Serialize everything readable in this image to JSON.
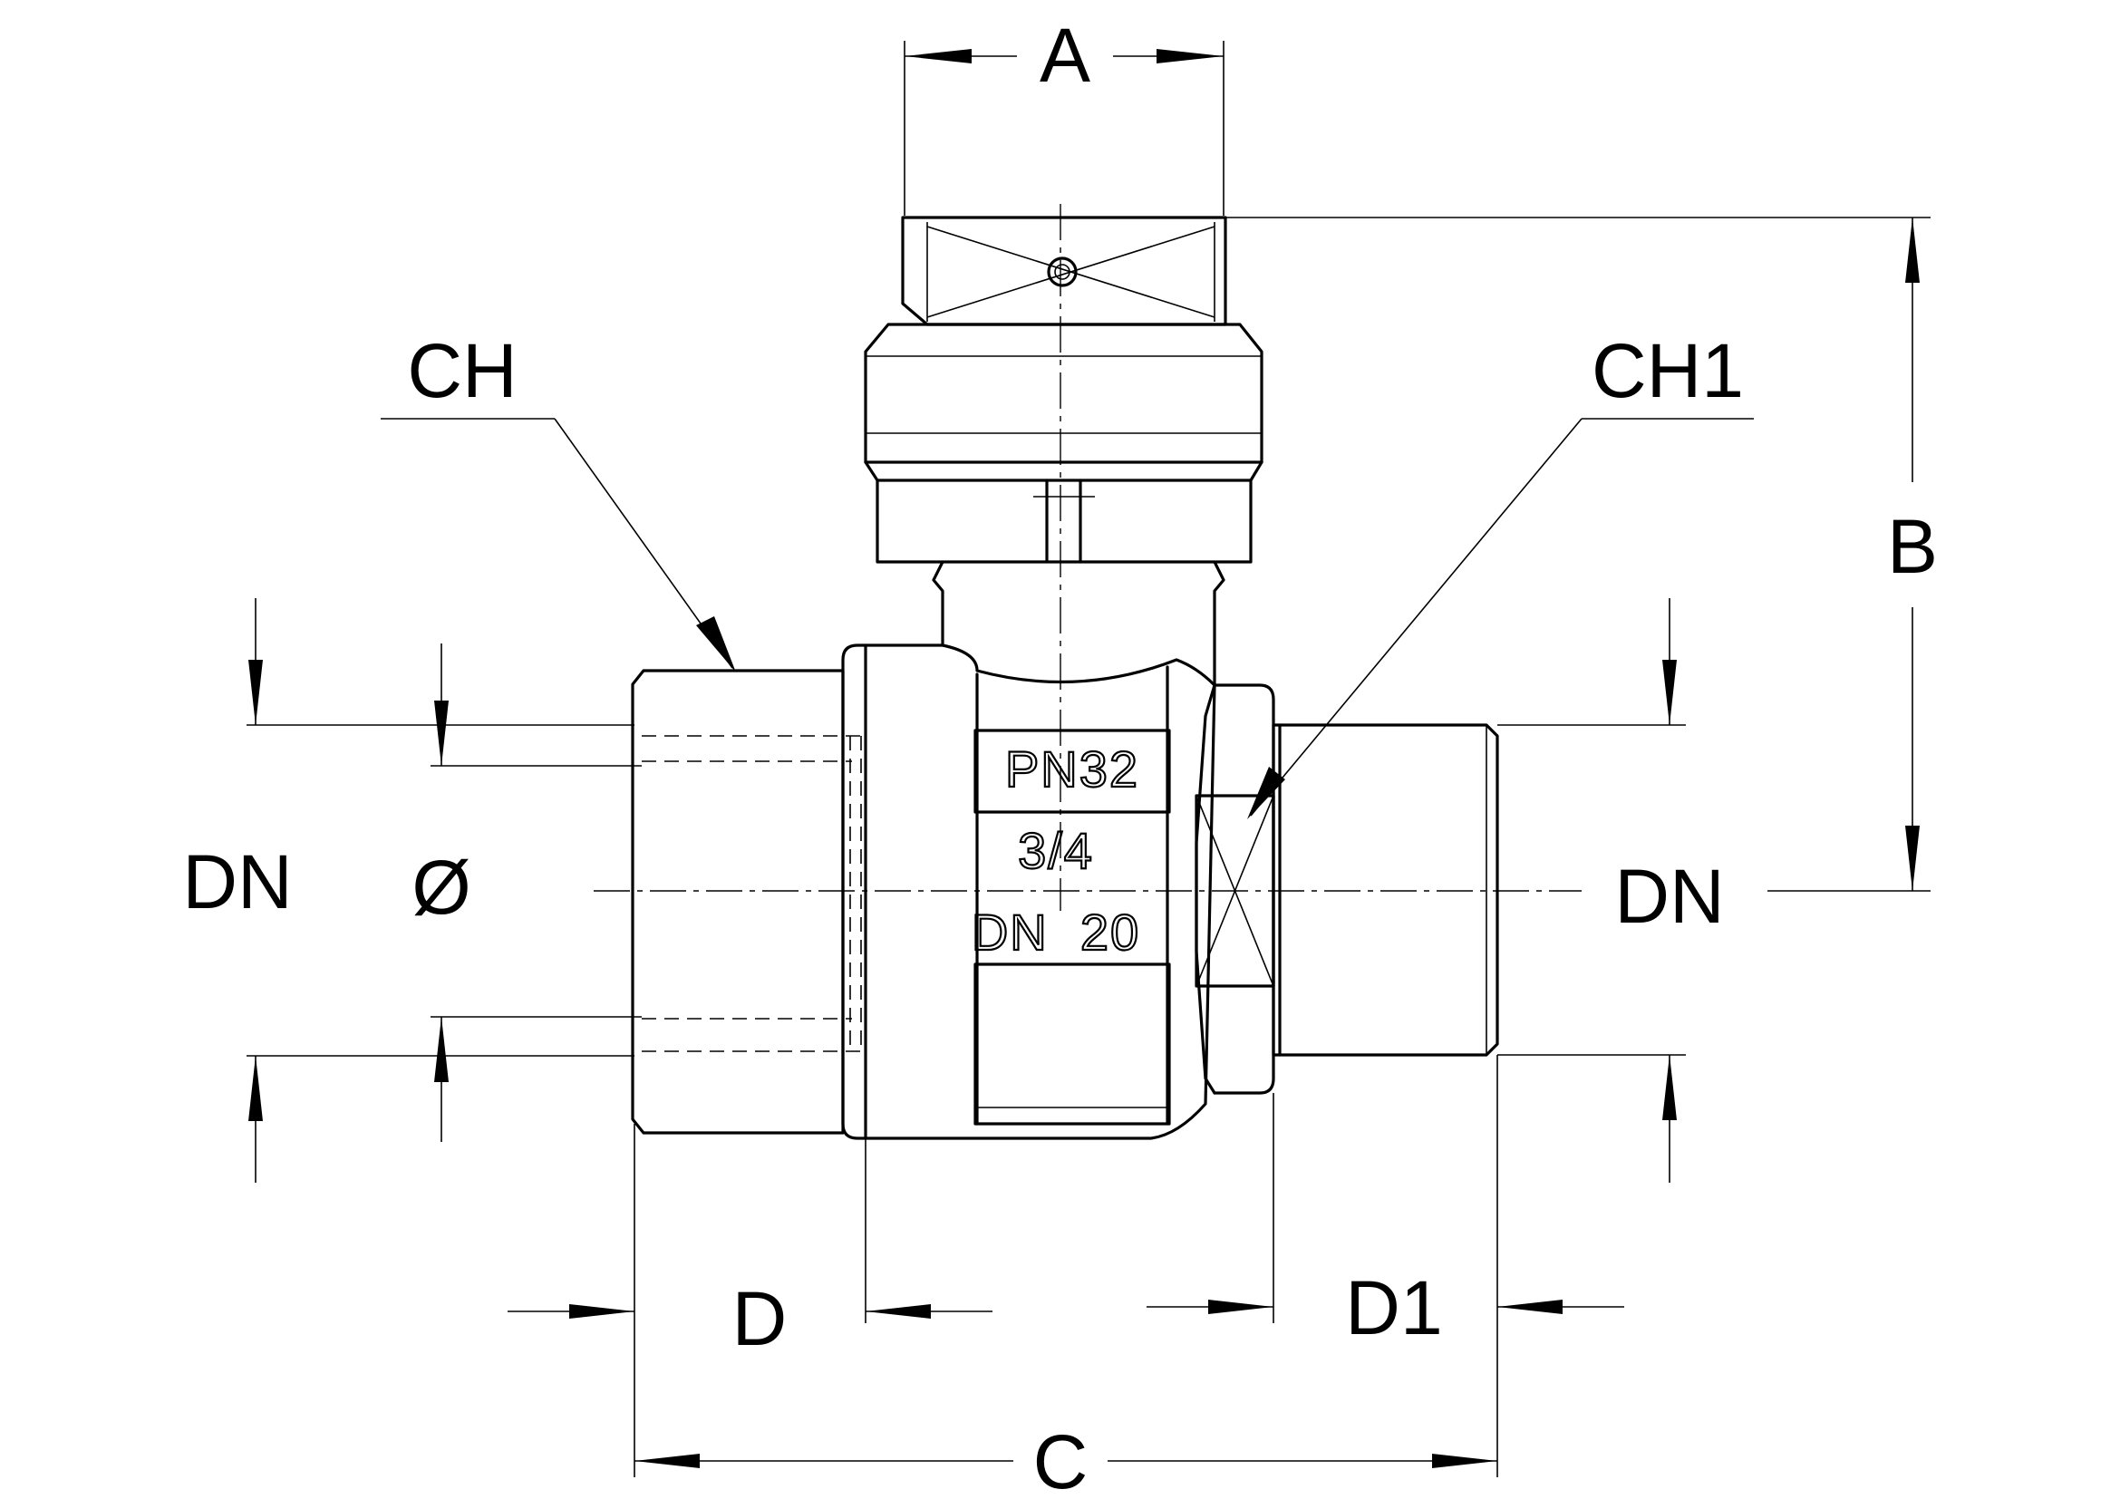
{
  "dimensions": {
    "a": "A",
    "b": "B",
    "c": "C",
    "d": "D",
    "d1": "D1",
    "dn_left": "DN",
    "dn_right": "DN",
    "diameter": "Ø",
    "ch": "CH",
    "ch1": "CH1"
  },
  "body_markings": {
    "pressure": "PN32",
    "size": "3/4",
    "nominal": "DN  20"
  }
}
